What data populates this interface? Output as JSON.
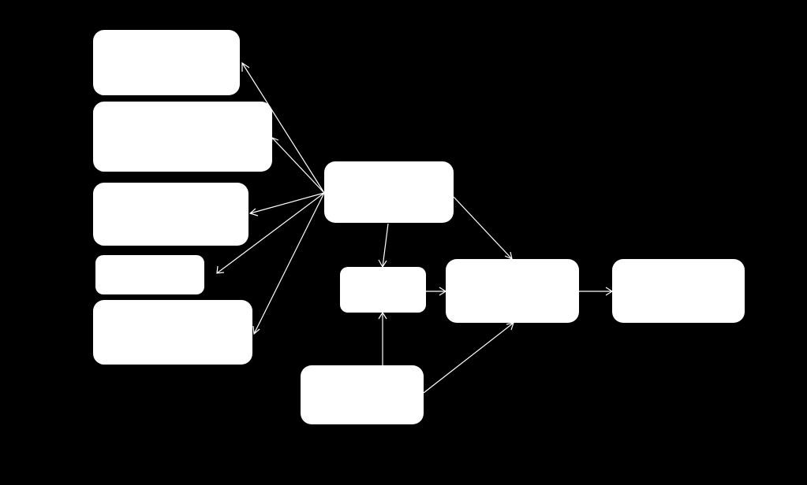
{
  "diagram": {
    "background_color": "#000000",
    "node_color": "#ffffff",
    "edge_color": "#ffffff",
    "nodes": [
      {
        "id": "left-box-1",
        "label": ""
      },
      {
        "id": "left-box-2",
        "label": ""
      },
      {
        "id": "left-box-3",
        "label": ""
      },
      {
        "id": "left-box-4",
        "label": ""
      },
      {
        "id": "left-box-5",
        "label": ""
      },
      {
        "id": "hub-box",
        "label": ""
      },
      {
        "id": "small-center-box",
        "label": ""
      },
      {
        "id": "center-right-box",
        "label": ""
      },
      {
        "id": "far-right-box",
        "label": ""
      },
      {
        "id": "bottom-box",
        "label": ""
      }
    ],
    "edges": [
      {
        "from": "hub-box",
        "to": "left-box-1"
      },
      {
        "from": "hub-box",
        "to": "left-box-2"
      },
      {
        "from": "hub-box",
        "to": "left-box-3"
      },
      {
        "from": "hub-box",
        "to": "left-box-4"
      },
      {
        "from": "hub-box",
        "to": "left-box-5"
      },
      {
        "from": "hub-box",
        "to": "small-center-box"
      },
      {
        "from": "hub-box",
        "to": "center-right-box"
      },
      {
        "from": "small-center-box",
        "to": "center-right-box"
      },
      {
        "from": "center-right-box",
        "to": "far-right-box"
      },
      {
        "from": "bottom-box",
        "to": "small-center-box"
      },
      {
        "from": "bottom-box",
        "to": "center-right-box"
      }
    ]
  }
}
